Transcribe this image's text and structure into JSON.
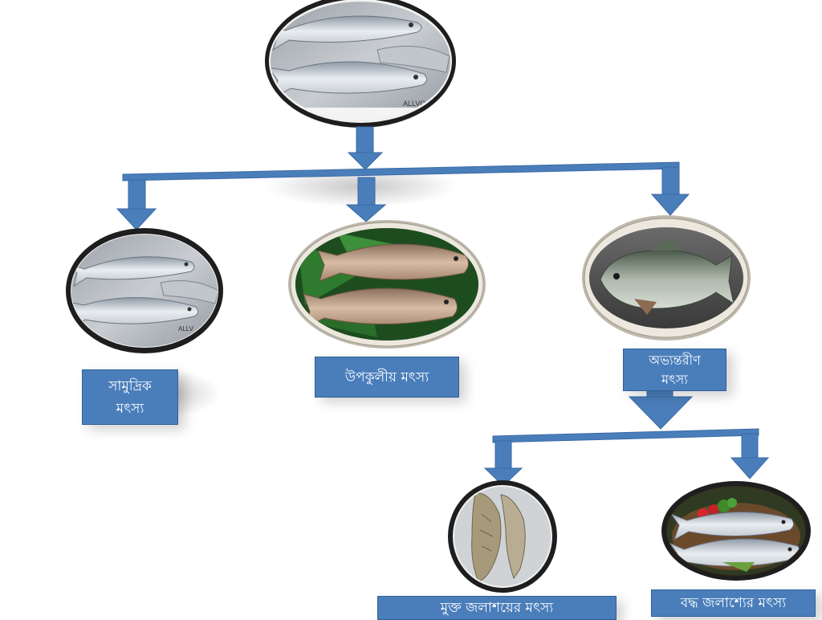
{
  "diagram": {
    "root": {
      "image": "hilsa-fish-photo",
      "watermark": "ALLVO"
    },
    "categories": [
      {
        "id": "marine",
        "label_line1": "সামুদ্রিক",
        "label_line2": "মৎস্য",
        "image": "hilsa-fish-photo",
        "watermark": "ALLV"
      },
      {
        "id": "coastal",
        "label": "উপকুলীয় মৎস্য",
        "image": "bhetki-fish-on-leaf-photo"
      },
      {
        "id": "inland",
        "label_line1": "অভ্যন্তরীণ",
        "label_line2": "মৎস্য",
        "image": "carp-fish-photo"
      }
    ],
    "inland_subcategories": [
      {
        "id": "open-water",
        "label": "মুক্ত জলাশয়ের মৎস্য",
        "image": "freshwater-fish-photo"
      },
      {
        "id": "closed-water",
        "label": "বদ্ধ জলাশ্যের মৎস্য",
        "image": "rohu-fish-on-plate-photo"
      }
    ]
  },
  "colors": {
    "connector": "#4a7ebb",
    "box": "#4a7ebb",
    "frame_dark": "#1e1e1e",
    "frame_light": "#d6d2c6"
  }
}
